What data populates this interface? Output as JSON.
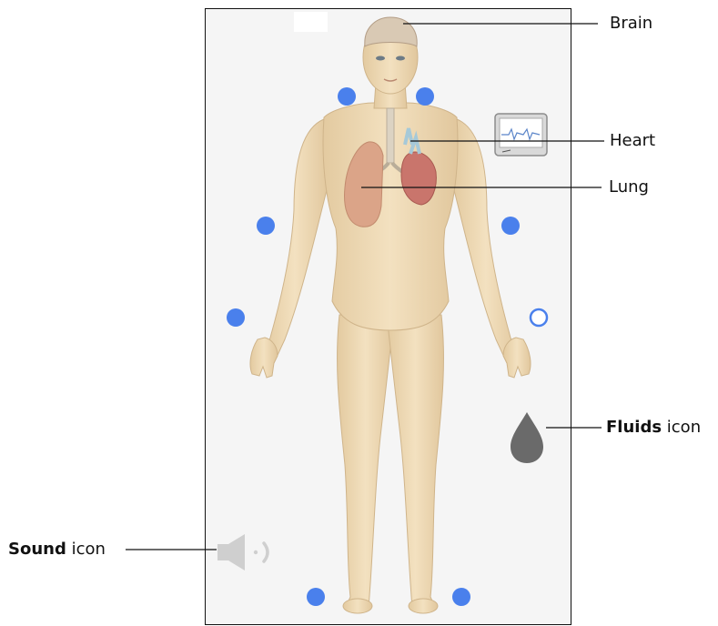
{
  "callouts": {
    "brain": "Brain",
    "heart": "Heart",
    "lung": "Lung",
    "fluids_bold": "Fluids",
    "fluids_suffix": " icon",
    "sound_bold": "Sound",
    "sound_suffix": "icon"
  },
  "icons": {
    "monitor": "monitor-icon",
    "fluids": "fluid-drop-icon",
    "sound": "speaker-icon"
  },
  "colors": {
    "marker": "#4a80ec",
    "skin": "#eed9b4",
    "lung": "#dba488",
    "heart": "#c9756c",
    "airway": "#a6c9d8",
    "icon_gray": "#6a6a6a"
  },
  "markers": [
    {
      "id": "head-left",
      "state": "filled"
    },
    {
      "id": "head-right",
      "state": "filled"
    },
    {
      "id": "upper-arm-left",
      "state": "filled"
    },
    {
      "id": "upper-arm-right",
      "state": "filled"
    },
    {
      "id": "hand-left",
      "state": "filled"
    },
    {
      "id": "hand-right",
      "state": "hollow"
    },
    {
      "id": "foot-left",
      "state": "filled"
    },
    {
      "id": "foot-right",
      "state": "filled"
    }
  ]
}
